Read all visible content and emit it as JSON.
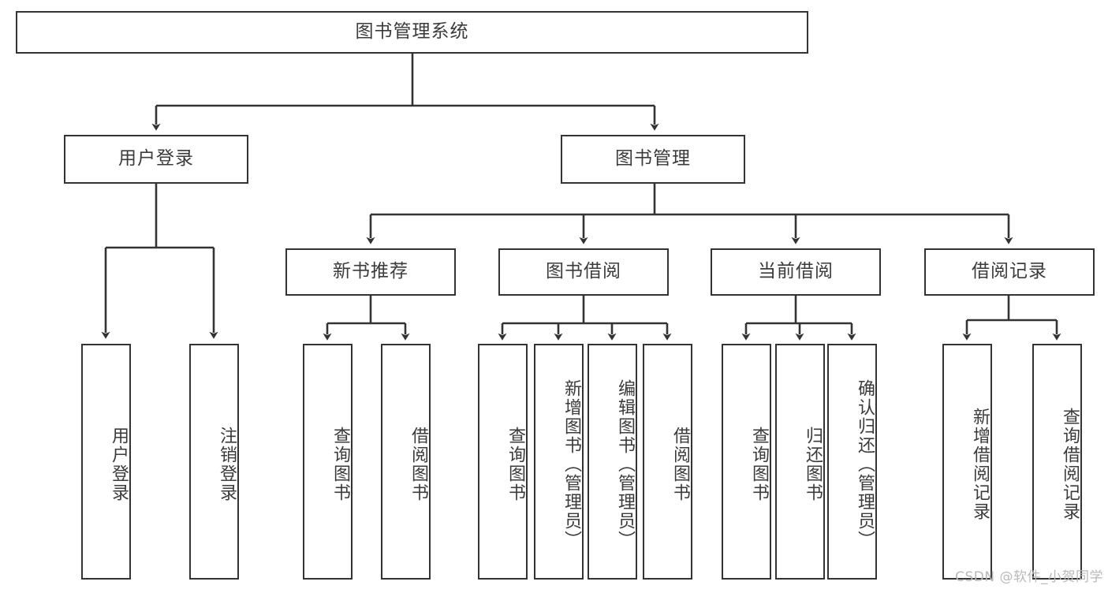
{
  "diagram": {
    "type": "tree",
    "title": "图书管理系统",
    "watermark": "CSDN @软件_小贺同学",
    "colors": {
      "node_border": "#333333",
      "node_fill": "#ffffff",
      "text": "#3b3b3b",
      "connector": "#333333",
      "watermark": "#b9b9b9"
    },
    "root": {
      "label": "图书管理系统"
    },
    "level2": [
      {
        "label": "用户登录"
      },
      {
        "label": "图书管理"
      }
    ],
    "level3": [
      {
        "label": "新书推荐"
      },
      {
        "label": "图书借阅"
      },
      {
        "label": "当前借阅"
      },
      {
        "label": "借阅记录"
      }
    ],
    "leaves": {
      "user_login": [
        {
          "label": "用户登录"
        },
        {
          "label": "注销登录"
        }
      ],
      "new_book_recommend": [
        {
          "label": "查询图书"
        },
        {
          "label": "借阅图书"
        }
      ],
      "book_borrow": [
        {
          "label": "查询图书"
        },
        {
          "label": "新增图书（管理员）"
        },
        {
          "label": "编辑图书（管理员）"
        },
        {
          "label": "借阅图书"
        }
      ],
      "current_borrow": [
        {
          "label": "查询图书"
        },
        {
          "label": "归还图书"
        },
        {
          "label": "确认归还（管理员）"
        }
      ],
      "borrow_record": [
        {
          "label": "新增借阅记录"
        },
        {
          "label": "查询借阅记录"
        }
      ]
    }
  }
}
